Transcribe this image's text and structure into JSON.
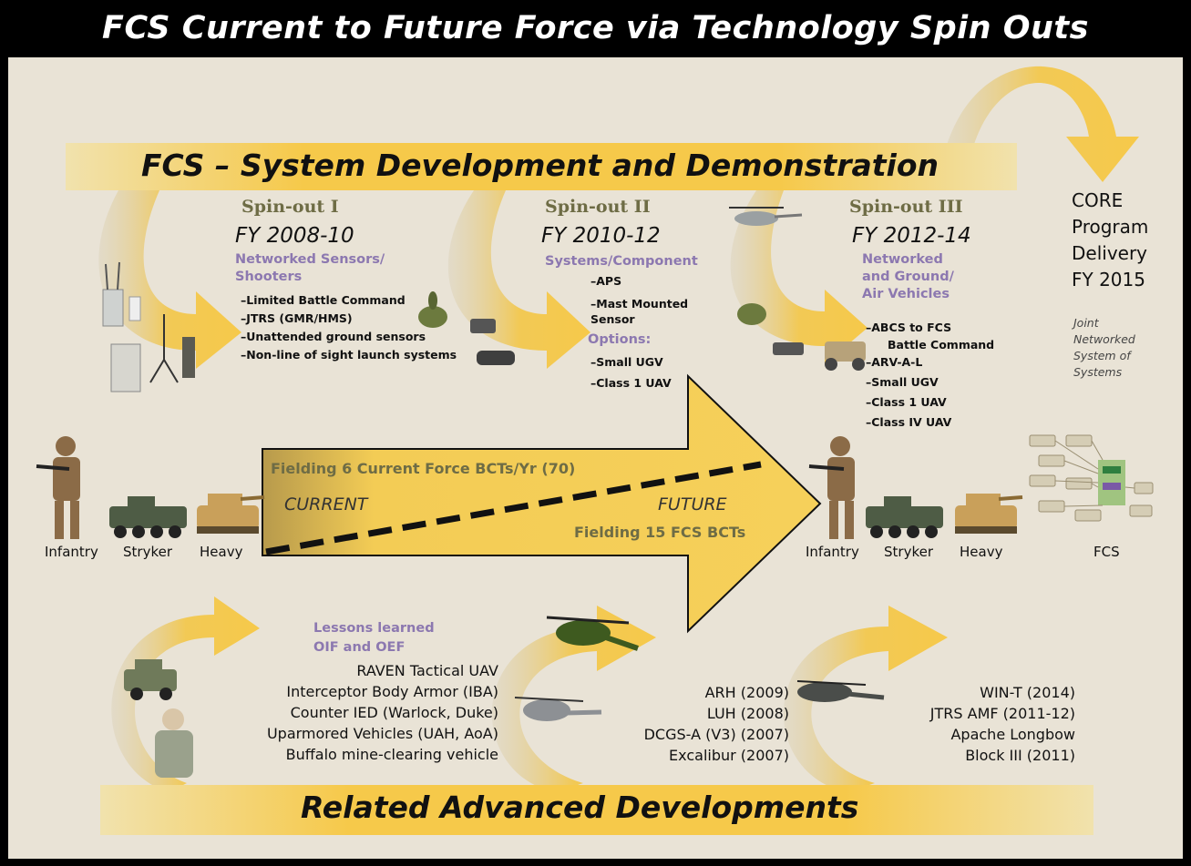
{
  "header": {
    "title": "FCS Current to Future Force via Technology Spin Outs"
  },
  "sdd_banner": {
    "title": "FCS – System Development and Demonstration"
  },
  "spinouts": [
    {
      "name": "Spin-out I",
      "years": "FY 2008-10",
      "focus": [
        "Networked Sensors/",
        "Shooters"
      ],
      "items": [
        "–Limited Battle Command",
        "–JTRS (GMR/HMS)",
        "–Unattended ground sensors",
        "–Non-line of sight launch systems"
      ]
    },
    {
      "name": "Spin-out II",
      "years": "FY 2010-12",
      "focus": [
        "Systems/Component"
      ],
      "items": [
        "–APS",
        "–Mast Mounted",
        "Sensor"
      ],
      "options_label": "Options:",
      "options": [
        "–Small UGV",
        "–Class 1 UAV"
      ]
    },
    {
      "name": "Spin-out III",
      "years": "FY 2012-14",
      "focus": [
        "Networked",
        "and Ground/",
        "Air Vehicles"
      ],
      "items": [
        "–ABCS to FCS",
        "Battle Command",
        "–ARV-A-L",
        "–Small UGV",
        "–Class 1 UAV",
        "–Class IV UAV"
      ]
    }
  ],
  "core_delivery": {
    "lines": [
      "CORE",
      "Program",
      "Delivery",
      "FY 2015"
    ],
    "subtitle": [
      "Joint",
      "Networked",
      "System of",
      "Systems"
    ]
  },
  "main_arrow": {
    "fielding_current": "Fielding 6 Current Force BCTs/Yr (70)",
    "current_label": "CURRENT",
    "future_label": "FUTURE",
    "fielding_fcs": "Fielding 15 FCS BCTs"
  },
  "current_force": [
    "Infantry",
    "Stryker",
    "Heavy"
  ],
  "future_force": [
    "Infantry",
    "Stryker",
    "Heavy",
    "FCS"
  ],
  "related": {
    "lessons": [
      "Lessons learned",
      "OIF and OEF"
    ],
    "group1": [
      "RAVEN Tactical UAV",
      "Interceptor Body Armor (IBA)",
      "Counter IED (Warlock, Duke)",
      "Uparmored Vehicles (UAH, AoA)",
      "Buffalo mine-clearing vehicle"
    ],
    "group2": [
      "ARH (2009)",
      "LUH (2008)",
      "DCGS-A (V3) (2007)",
      "Excalibur (2007)"
    ],
    "group3": [
      "WIN-T (2014)",
      "JTRS AMF (2011-12)",
      "Apache Longbow",
      "Block III (2011)"
    ]
  },
  "rad_banner": {
    "title": "Related Advanced Developments"
  },
  "colors": {
    "gold": "#f3c84a",
    "background": "#e9e3d6",
    "olive": "#6e6c45",
    "purple": "#8c78b0",
    "frame": "#000000"
  }
}
